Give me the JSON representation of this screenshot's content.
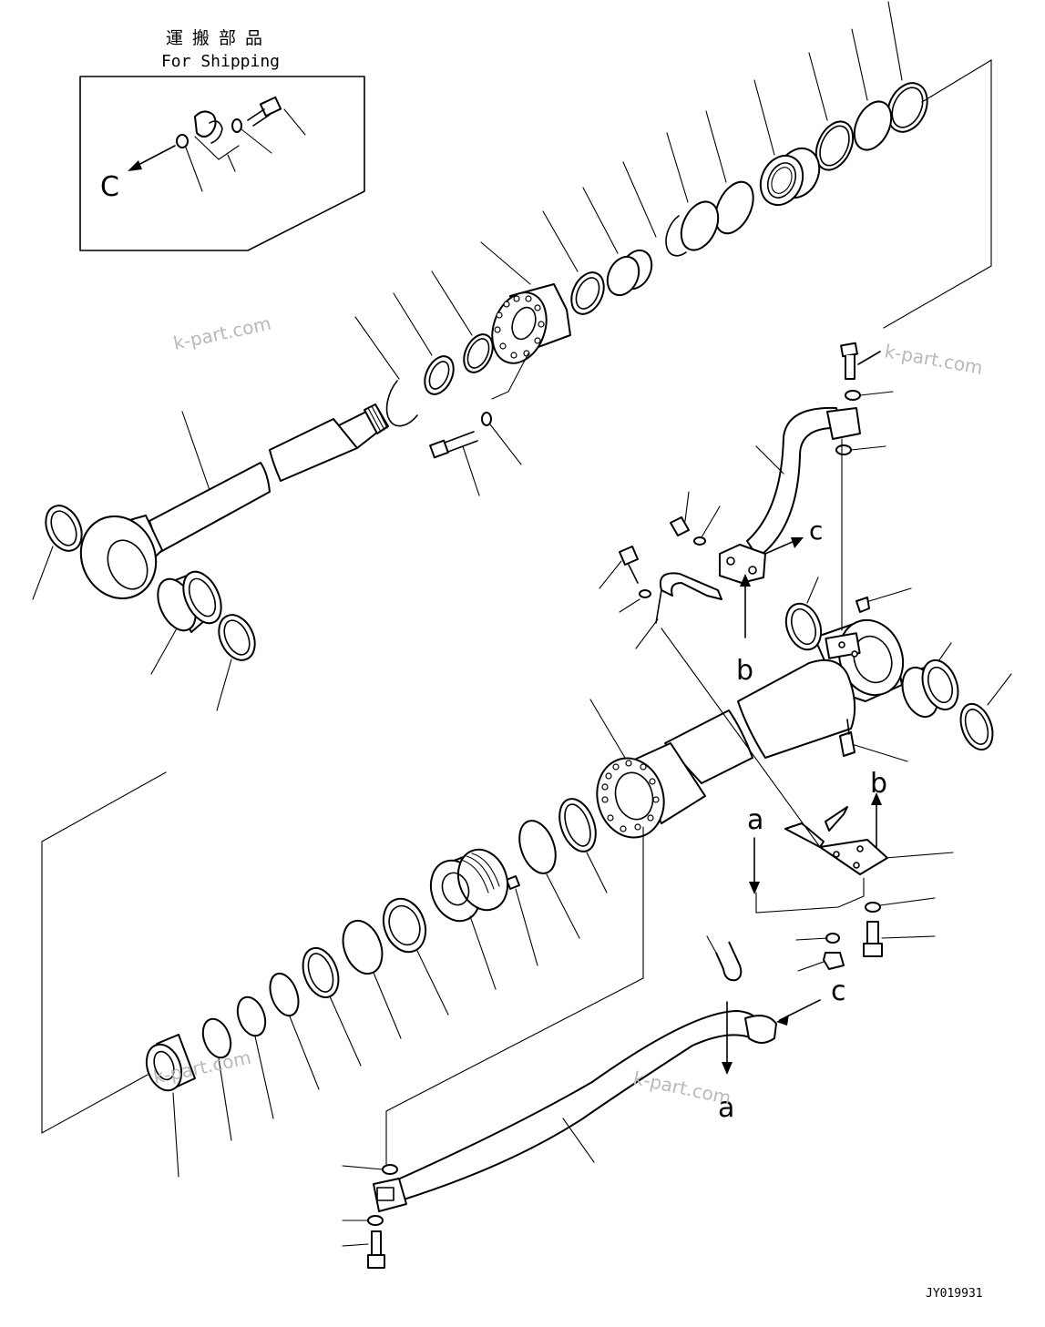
{
  "shipping_box": {
    "title_jp": "運搬部品",
    "title_en": "For Shipping",
    "ref_letter": "C"
  },
  "refs": {
    "a_top": "a",
    "a_bottom": "a",
    "b_upper": "b",
    "b_lower": "b",
    "c_upper": "c",
    "c_lower": "c"
  },
  "watermarks": [
    "k-part.com",
    "k-part.com",
    "k-part.com",
    "k-part.com"
  ],
  "drawing_code": "JY019931"
}
